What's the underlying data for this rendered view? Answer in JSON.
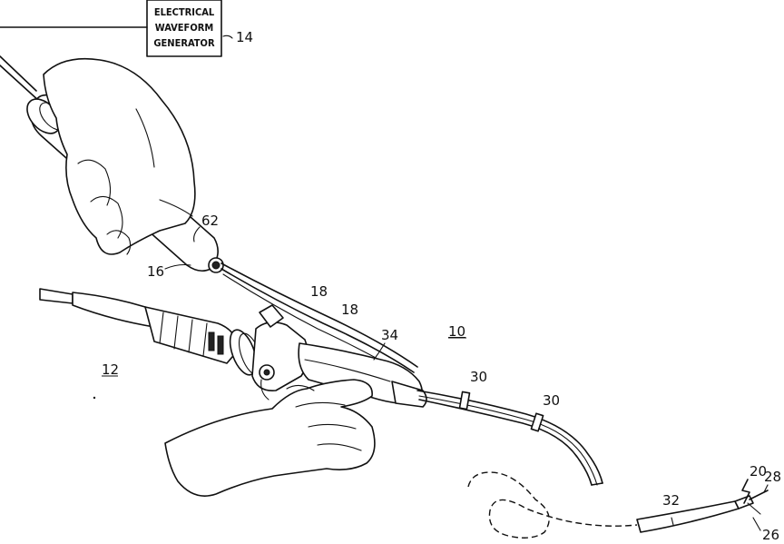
{
  "box": {
    "line1": "ELECTRICAL",
    "line2": "WAVEFORM",
    "line3": "GENERATOR"
  },
  "labels": {
    "generator_ref": "14",
    "handpiece_top": "62",
    "handpiece_body": "16",
    "wire_upper": "18",
    "wire_lower": "18",
    "device": "10",
    "scope": "12",
    "connector": "34",
    "clip_1": "30",
    "clip_2": "30",
    "tip_ref": "20",
    "tip_end": "28",
    "tip_sheath": "26",
    "distal_segment": "32"
  }
}
